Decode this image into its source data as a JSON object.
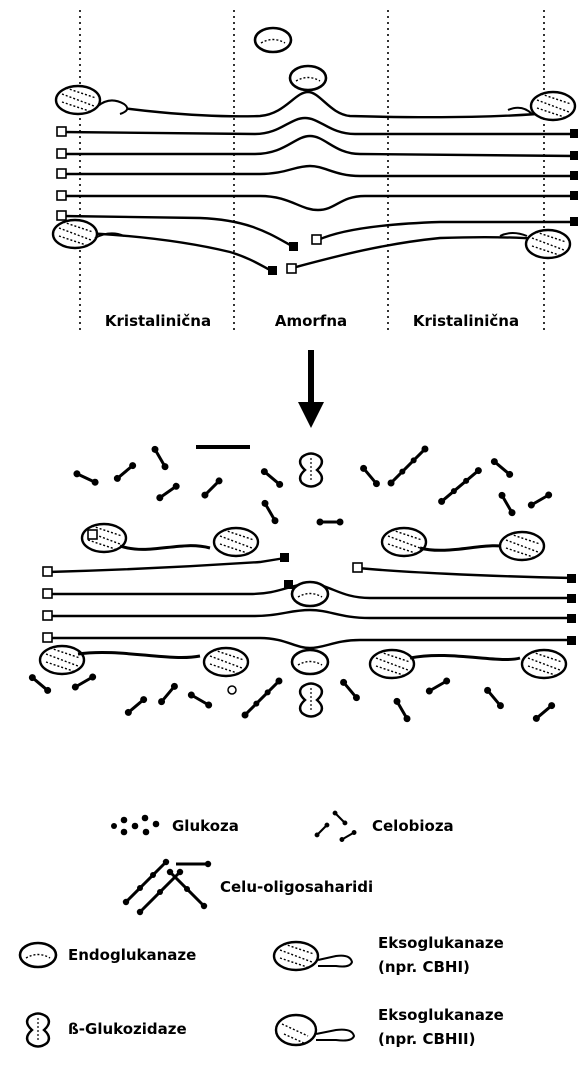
{
  "regions": {
    "left": "Kristalinična",
    "middle": "Amorfna",
    "right": "Kristalinična"
  },
  "legend": {
    "glucose": "Glukoza",
    "cellobiose": "Celobioza",
    "oligosaccharides": "Celu-oligosaharidi",
    "endoglucanase": "Endoglukanaze",
    "exoglucanase_1_line1": "Eksoglukanaze",
    "exoglucanase_1_line2": "(npr. CBHI)",
    "beta_glucosidase": "ß-Glukozidaze",
    "exoglucanase_2_line1": "Eksoglukanaze",
    "exoglucanase_2_line2": "(npr. CBHII)"
  }
}
